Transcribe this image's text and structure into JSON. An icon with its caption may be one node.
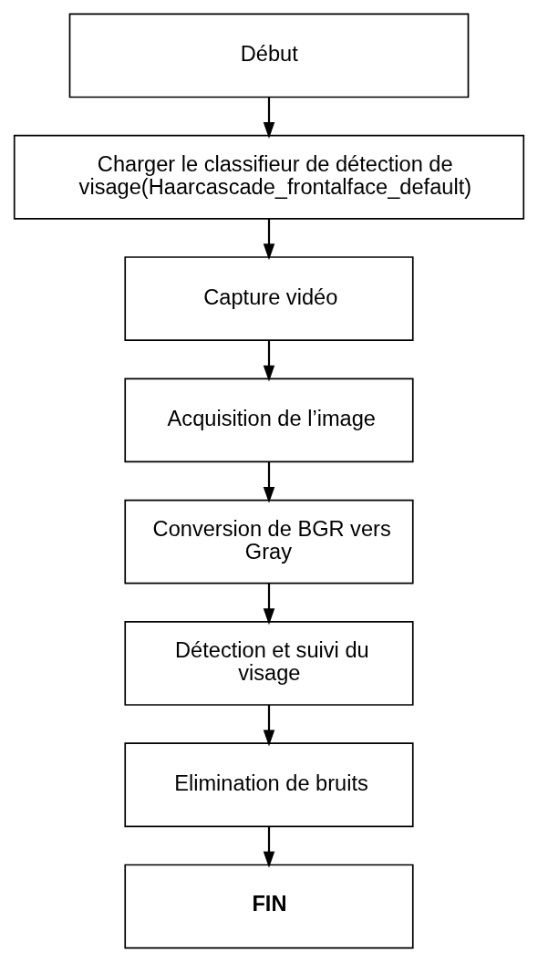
{
  "diagram": {
    "nodes": [
      {
        "text": [
          "Début"
        ]
      },
      {
        "text": [
          "Charger le classifieur de détection de visage(Haarcascade_frontalface_default)"
        ]
      },
      {
        "text": [
          "Capture vidéo"
        ]
      },
      {
        "text": [
          "Acquisition de l’image"
        ]
      },
      {
        "text": [
          "Conversion de BGR vers Gray"
        ]
      },
      {
        "text": [
          "Détection et suivi du visage"
        ]
      },
      {
        "text": [
          "Elimination de bruits"
        ]
      },
      {
        "text": [
          "FIN"
        ]
      }
    ],
    "edges": [
      {
        "from": 0,
        "to": 1,
        "arrow": "to"
      },
      {
        "from": 1,
        "to": 2,
        "arrow": "to"
      },
      {
        "from": 2,
        "to": 3,
        "arrow": "to"
      },
      {
        "from": 3,
        "to": 4,
        "arrow": "to"
      },
      {
        "from": 4,
        "to": 5,
        "arrow": "to"
      },
      {
        "from": 5,
        "to": 6,
        "arrow": "to"
      },
      {
        "from": 6,
        "to": 7,
        "arrow": "to"
      }
    ]
  }
}
